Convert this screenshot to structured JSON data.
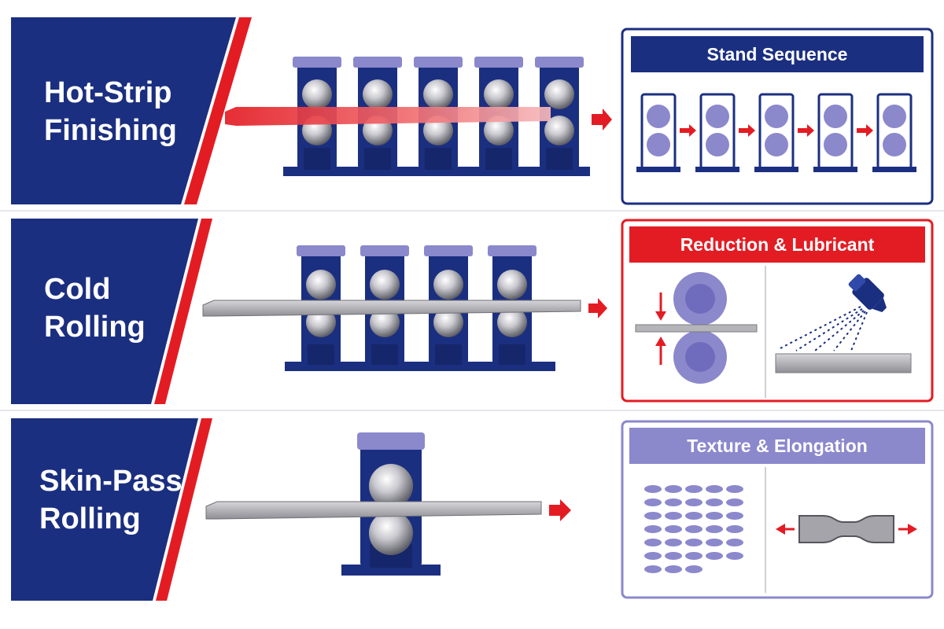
{
  "rows": [
    {
      "label_line1": "Hot-Strip",
      "label_line2": "Finishing",
      "panel_title": "Stand Sequence"
    },
    {
      "label_line1": "Cold",
      "label_line2": "Rolling",
      "panel_title": "Reduction & Lubricant"
    },
    {
      "label_line1": "Skin-Pass",
      "label_line2": "Rolling",
      "panel_title": "Texture & Elongation"
    }
  ],
  "colors": {
    "navy": "#1b2f80",
    "red": "#e31c23",
    "lavender": "#8b88cc",
    "steel": "#a8a8ad",
    "white": "#ffffff"
  }
}
